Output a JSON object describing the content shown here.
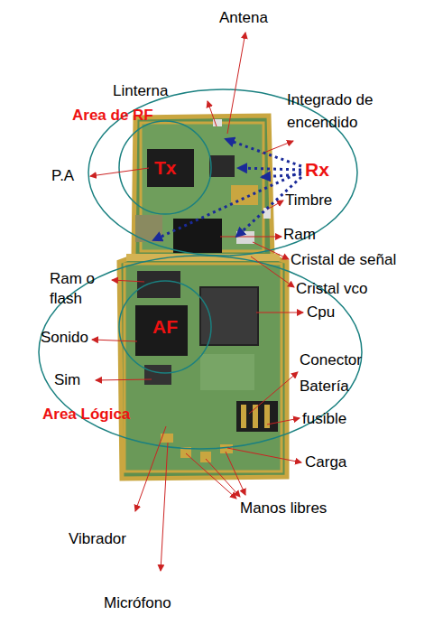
{
  "diagram": {
    "nodes": [
      {
        "text": [
          "Area de RF"
        ]
      },
      {
        "text": [
          "Tx"
        ],
        "in": 0
      },
      {
        "text": [
          "Area Lógica"
        ]
      },
      {
        "text": [
          "AF"
        ],
        "in": 2
      }
    ],
    "labels": [
      "Antena",
      "Linterna",
      "Integrado de encendido",
      "P.A",
      "Rx",
      "Timbre",
      "Ram",
      "Cristal de señal",
      "Ram o flash",
      "Cristal vco",
      "Cpu",
      "Sonido",
      "Conector Batería",
      "Sim",
      "fusible",
      "Carga",
      "Manos libres",
      "Vibrador",
      "Micrófono"
    ]
  }
}
